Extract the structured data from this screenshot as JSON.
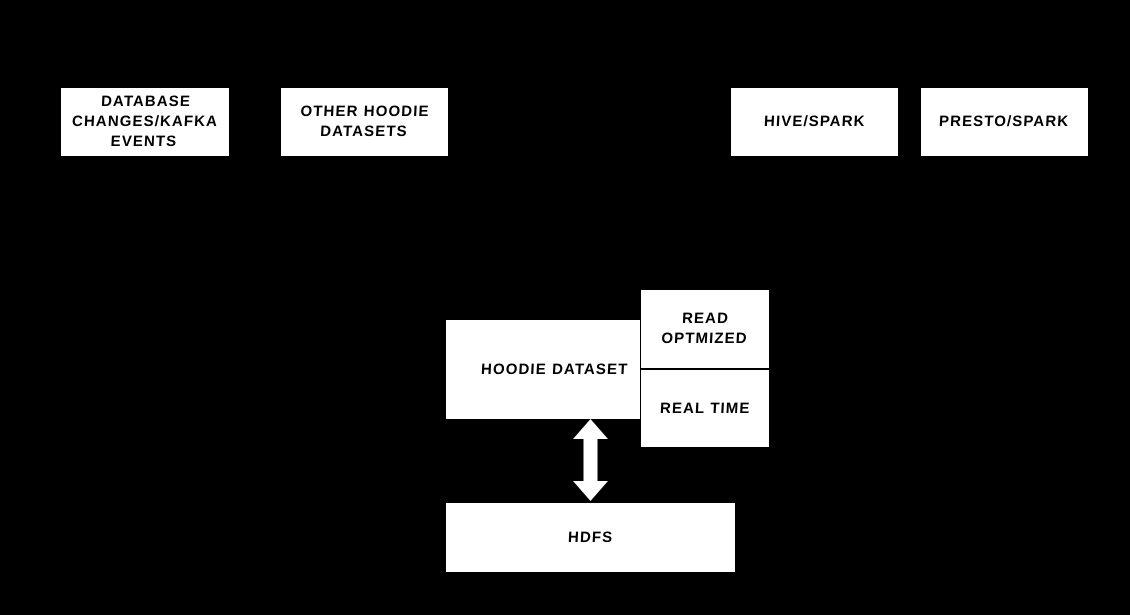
{
  "diagram": {
    "background_color": "#000000",
    "box_fill_color": "#ffffff",
    "text_color": "#000000",
    "arrow_color": "#ffffff"
  },
  "sources": [
    {
      "id": "database-changes-kafka-events",
      "label": "DATABASE CHANGES/KAFKA EVENTS"
    },
    {
      "id": "other-hoodie-datasets",
      "label": "OTHER HOODIE DATASETS"
    }
  ],
  "query_engines": [
    {
      "id": "hive-spark",
      "label": "HIVE/SPARK"
    },
    {
      "id": "presto-spark",
      "label": "PRESTO/SPARK"
    }
  ],
  "dataset": {
    "label": "HOODIE DATASET"
  },
  "views": [
    {
      "id": "read-optimized",
      "label": "READ OPTMIZED"
    },
    {
      "id": "real-time",
      "label": "REAL TIME"
    }
  ],
  "storage": {
    "label": "HDFS"
  },
  "connectors": [
    {
      "id": "hoodie-dataset-hdfs",
      "icon": "double-headed-vertical-arrow",
      "from": "HOODIE DATASET",
      "to": "HDFS"
    }
  ]
}
